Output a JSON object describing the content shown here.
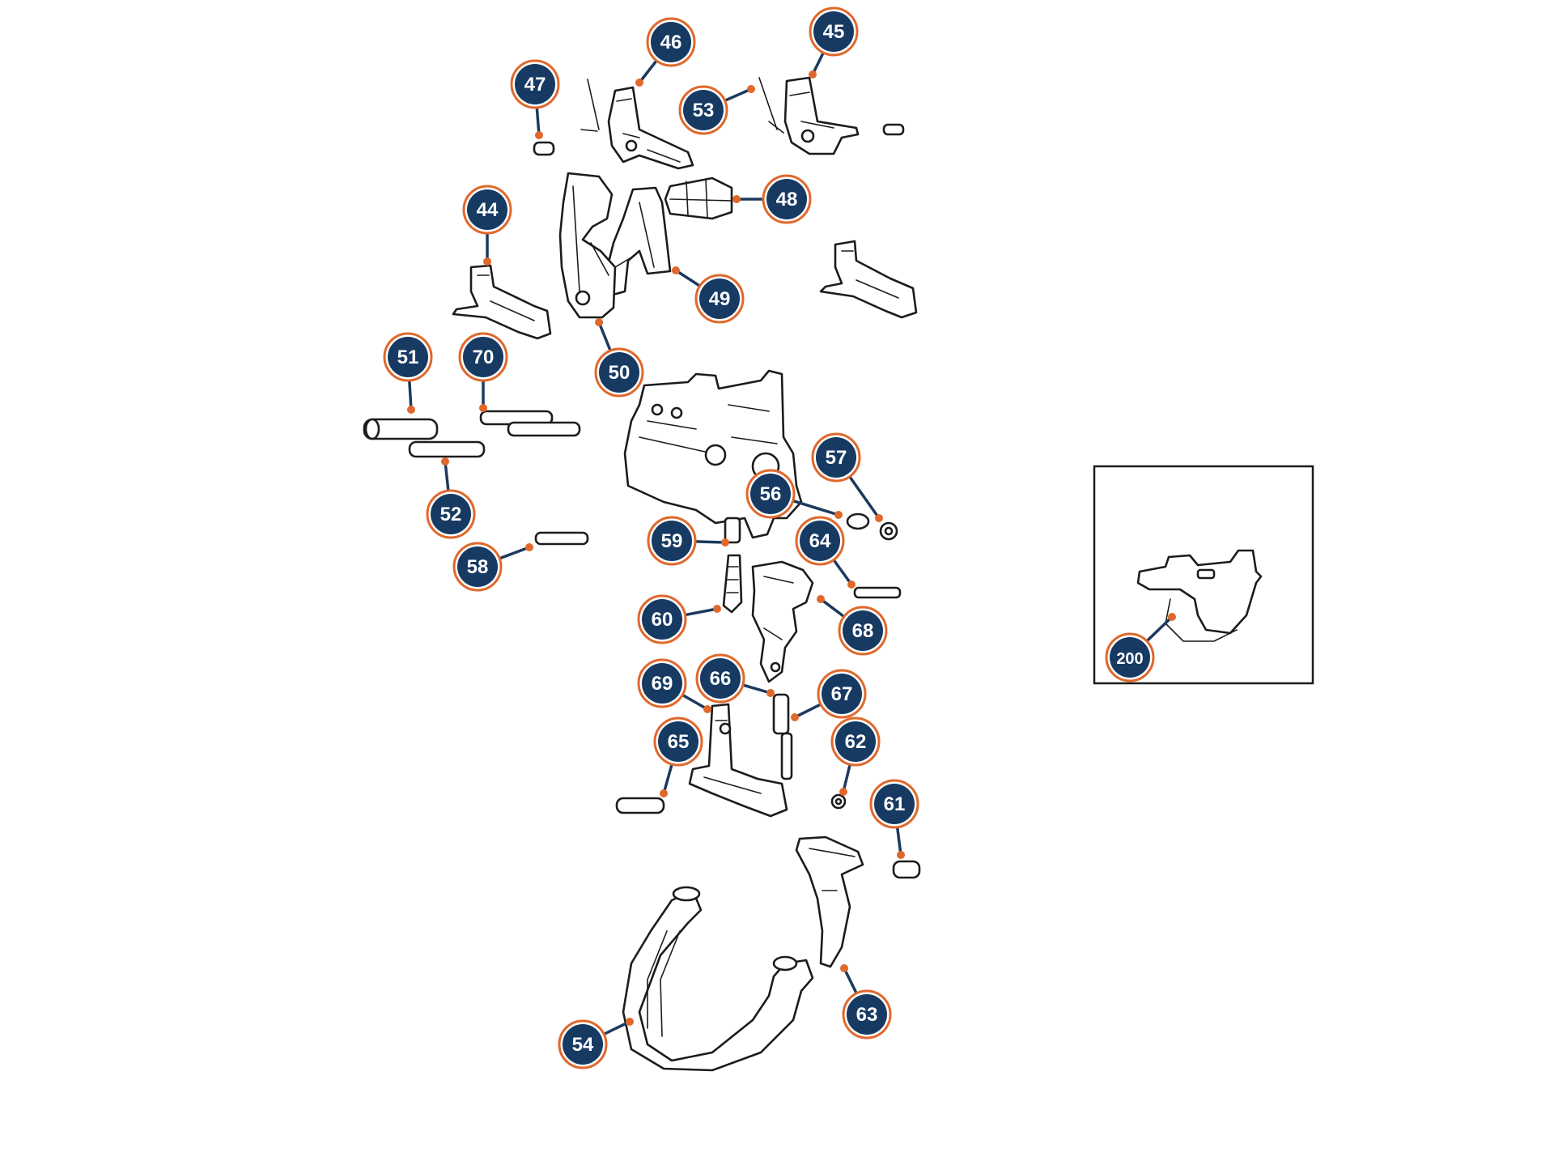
{
  "callouts": [
    {
      "id": "c44",
      "label": "44"
    },
    {
      "id": "c45",
      "label": "45"
    },
    {
      "id": "c46",
      "label": "46"
    },
    {
      "id": "c47",
      "label": "47"
    },
    {
      "id": "c48",
      "label": "48"
    },
    {
      "id": "c49",
      "label": "49"
    },
    {
      "id": "c50",
      "label": "50"
    },
    {
      "id": "c51",
      "label": "51"
    },
    {
      "id": "c52",
      "label": "52"
    },
    {
      "id": "c53",
      "label": "53"
    },
    {
      "id": "c54",
      "label": "54"
    },
    {
      "id": "c56",
      "label": "56"
    },
    {
      "id": "c57",
      "label": "57"
    },
    {
      "id": "c58",
      "label": "58"
    },
    {
      "id": "c59",
      "label": "59"
    },
    {
      "id": "c60",
      "label": "60"
    },
    {
      "id": "c61",
      "label": "61"
    },
    {
      "id": "c62",
      "label": "62"
    },
    {
      "id": "c63",
      "label": "63"
    },
    {
      "id": "c64",
      "label": "64"
    },
    {
      "id": "c65",
      "label": "65"
    },
    {
      "id": "c66",
      "label": "66"
    },
    {
      "id": "c67",
      "label": "67"
    },
    {
      "id": "c68",
      "label": "68"
    },
    {
      "id": "c69",
      "label": "69"
    },
    {
      "id": "c70",
      "label": "70"
    },
    {
      "id": "c200",
      "label": "200"
    }
  ],
  "colors": {
    "badge_fill": "#173a63",
    "badge_ring": "#e0682b",
    "leader": "#1c3a5e",
    "line_art": "#1c1c1c"
  }
}
